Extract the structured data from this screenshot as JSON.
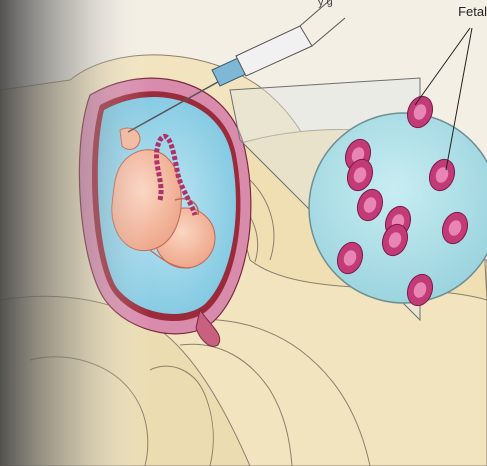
{
  "labels": {
    "fetal": "Fetal",
    "syringe_partial": "y  g"
  },
  "colors": {
    "background": "#f4efe4",
    "skin": "#f2e4bf",
    "uterus_wall": "#d98bab",
    "uterus_dark": "#9b2a3a",
    "amniotic_fluid": "#8fd2ea",
    "fetus": "#f4b79c",
    "magnified_circle": "#a9dde6",
    "fetal_cell": "#c23a76",
    "fetal_cell_nucleus": "#e985b5",
    "edge_shadow": "#5a5a5a"
  },
  "icons": {
    "syringe": "syringe-icon",
    "magnified_view": "magnified-cells-icon"
  },
  "magnified_cell_count": 10
}
